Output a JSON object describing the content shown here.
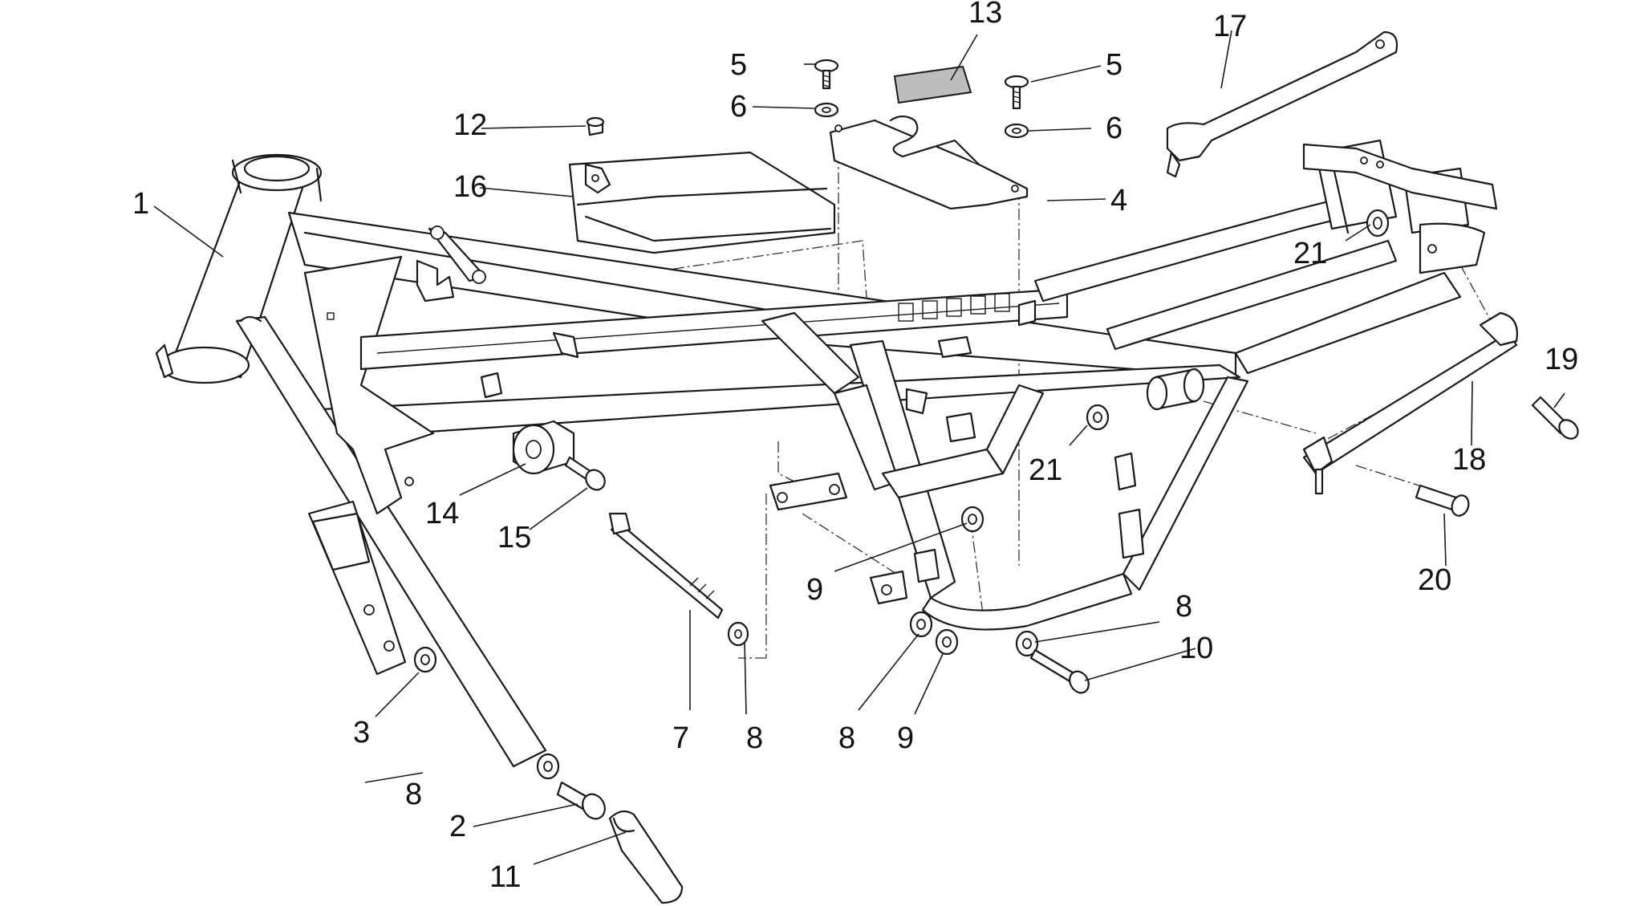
{
  "diagram": {
    "callouts": [
      {
        "id": "c1",
        "text": "1"
      },
      {
        "id": "c2",
        "text": "2"
      },
      {
        "id": "c3",
        "text": "3"
      },
      {
        "id": "c4",
        "text": "4"
      },
      {
        "id": "c5a",
        "text": "5"
      },
      {
        "id": "c5b",
        "text": "5"
      },
      {
        "id": "c6a",
        "text": "6"
      },
      {
        "id": "c6b",
        "text": "6"
      },
      {
        "id": "c7",
        "text": "7"
      },
      {
        "id": "c8a",
        "text": "8"
      },
      {
        "id": "c8b",
        "text": "8"
      },
      {
        "id": "c8c",
        "text": "8"
      },
      {
        "id": "c8d",
        "text": "8"
      },
      {
        "id": "c9a",
        "text": "9"
      },
      {
        "id": "c9b",
        "text": "9"
      },
      {
        "id": "c10",
        "text": "10"
      },
      {
        "id": "c11",
        "text": "11"
      },
      {
        "id": "c12",
        "text": "12"
      },
      {
        "id": "c13",
        "text": "13"
      },
      {
        "id": "c14",
        "text": "14"
      },
      {
        "id": "c15",
        "text": "15"
      },
      {
        "id": "c16",
        "text": "16"
      },
      {
        "id": "c17",
        "text": "17"
      },
      {
        "id": "c18",
        "text": "18"
      },
      {
        "id": "c19",
        "text": "19"
      },
      {
        "id": "c20",
        "text": "20"
      },
      {
        "id": "c21a",
        "text": "21"
      },
      {
        "id": "c21b",
        "text": "21"
      }
    ]
  }
}
